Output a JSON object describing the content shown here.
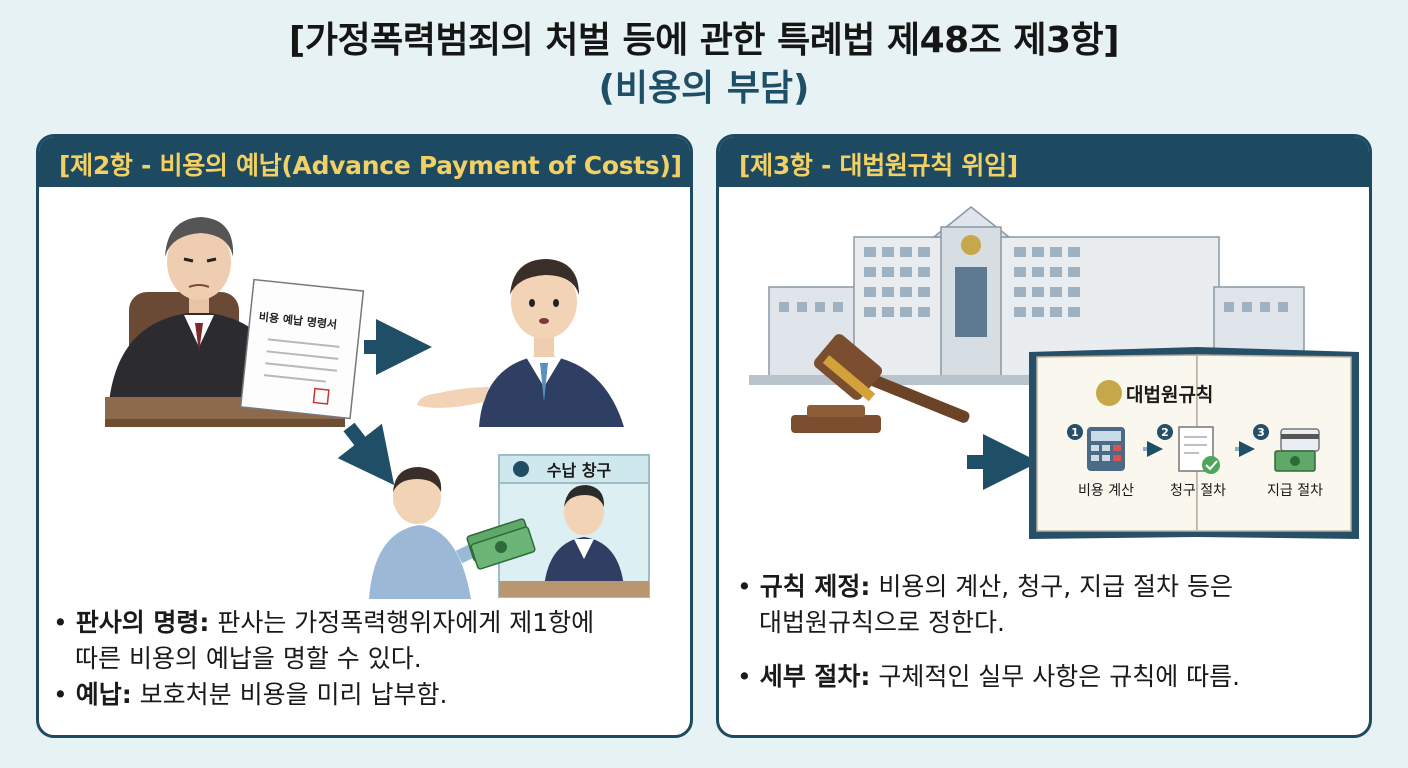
{
  "title": {
    "main": "[가정폭력범죄의 처벌 등에 관한 특례법 제48조 제3항]",
    "sub": "(비용의 부담)"
  },
  "left_panel": {
    "header": "[제2항 - 비용의 예납(Advance Payment of Costs)]",
    "document_label": "비용 예납 명령서",
    "window_sign": "수납 창구",
    "bullets": [
      {
        "label": "판사의 명령:",
        "text": "판사는 가정폭력행위자에게 제1항에",
        "cont": "따른 비용의 예납을 명할 수 있다."
      },
      {
        "label": "예납:",
        "text": "보호처분 비용을 미리 납부함."
      }
    ]
  },
  "right_panel": {
    "header": "[제3항 - 대법원규칙 위임]",
    "book_title": "대법원규칙",
    "steps": [
      {
        "num": "1",
        "label": "비용 계산"
      },
      {
        "num": "2",
        "label": "청구 절차"
      },
      {
        "num": "3",
        "label": "지급 절차"
      }
    ],
    "bullets": [
      {
        "label": "규칙 제정:",
        "text": "비용의 계산, 청구, 지급 절차 등은",
        "cont": "대법원규칙으로 정한다."
      },
      {
        "label": "세부 절차:",
        "text": "구체적인 실무 사항은 규칙에 따름."
      }
    ]
  },
  "colors": {
    "background": "#e6f2f3",
    "header_bg": "#1d4a60",
    "header_text": "#f3d063",
    "accent_arrow": "#1f4f66"
  }
}
